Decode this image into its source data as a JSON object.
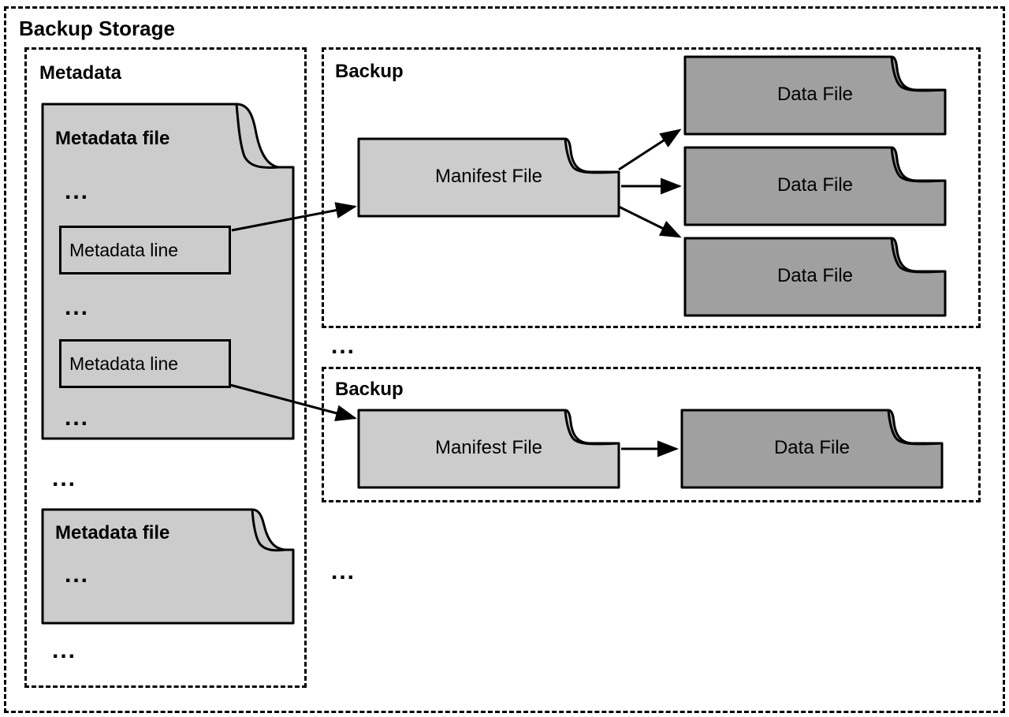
{
  "diagram": {
    "title": "Backup Storage",
    "outer_container": {
      "label": "Backup Storage"
    },
    "metadata_section": {
      "label": "Metadata",
      "files": [
        {
          "name": "metadata-file-1",
          "label": "Metadata file",
          "contents": [
            {
              "type": "ellipsis",
              "text": "..."
            },
            {
              "type": "line",
              "text": "Metadata line"
            },
            {
              "type": "ellipsis",
              "text": "..."
            },
            {
              "type": "line",
              "text": "Metadata line"
            },
            {
              "type": "ellipsis",
              "text": "..."
            }
          ]
        },
        {
          "name": "metadata-file-2",
          "label": "Metadata file",
          "contents": [
            {
              "type": "ellipsis",
              "text": "..."
            }
          ]
        }
      ],
      "separator_ellipsis": "...",
      "trailing_ellipsis": "..."
    },
    "backup_sections": [
      {
        "label": "Backup",
        "manifest": {
          "label": "Manifest File"
        },
        "data_files": [
          {
            "label": "Data File"
          },
          {
            "label": "Data File"
          },
          {
            "label": "Data File"
          }
        ]
      },
      {
        "label": "Backup",
        "manifest": {
          "label": "Manifest File"
        },
        "data_files": [
          {
            "label": "Data File"
          }
        ]
      }
    ],
    "backup_separator_ellipsis": "...",
    "backup_trailing_ellipsis": "...",
    "colors": {
      "stroke": "#000000",
      "metadata_fill": "#cccccc",
      "manifest_fill": "#cccccc",
      "data_fill": "#a0a0a0",
      "background": "#ffffff",
      "fold_fill": "#c4c4c4"
    }
  }
}
